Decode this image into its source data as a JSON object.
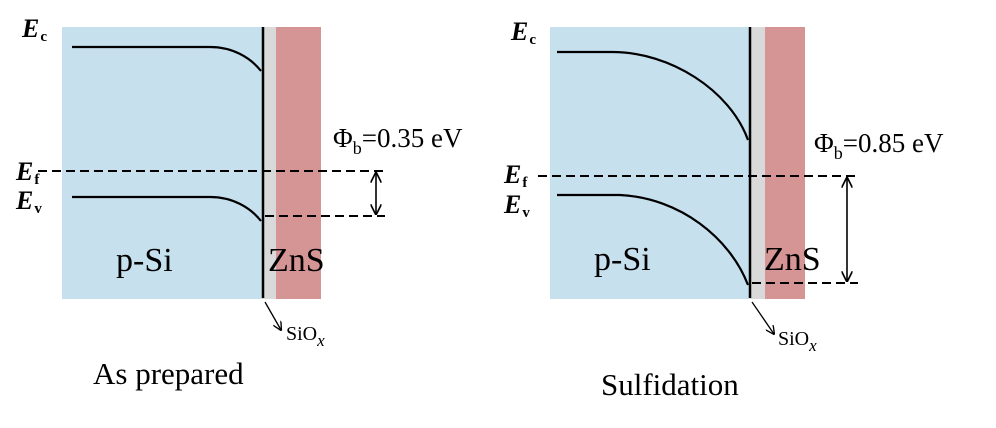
{
  "colors": {
    "silicon": "#c6e0ee",
    "oxide": "#d9d9d9",
    "zns": "#d69595",
    "line": "#000000"
  },
  "labels": {
    "ec_main": "E",
    "ec_sub": "c",
    "ef_main": "E",
    "ef_sub": "f",
    "ev_main": "E",
    "ev_sub": "v",
    "psi": "p-Si",
    "zns": "ZnS",
    "phi_symbol": "Φ",
    "phi_sub": "b",
    "sio_main": "SiO",
    "sio_sub": "x"
  },
  "panels": [
    {
      "id": "left",
      "phi_value": "=0.35 eV",
      "caption": "As prepared"
    },
    {
      "id": "right",
      "phi_value": "=0.85 eV",
      "caption": "Sulfidation"
    }
  ]
}
